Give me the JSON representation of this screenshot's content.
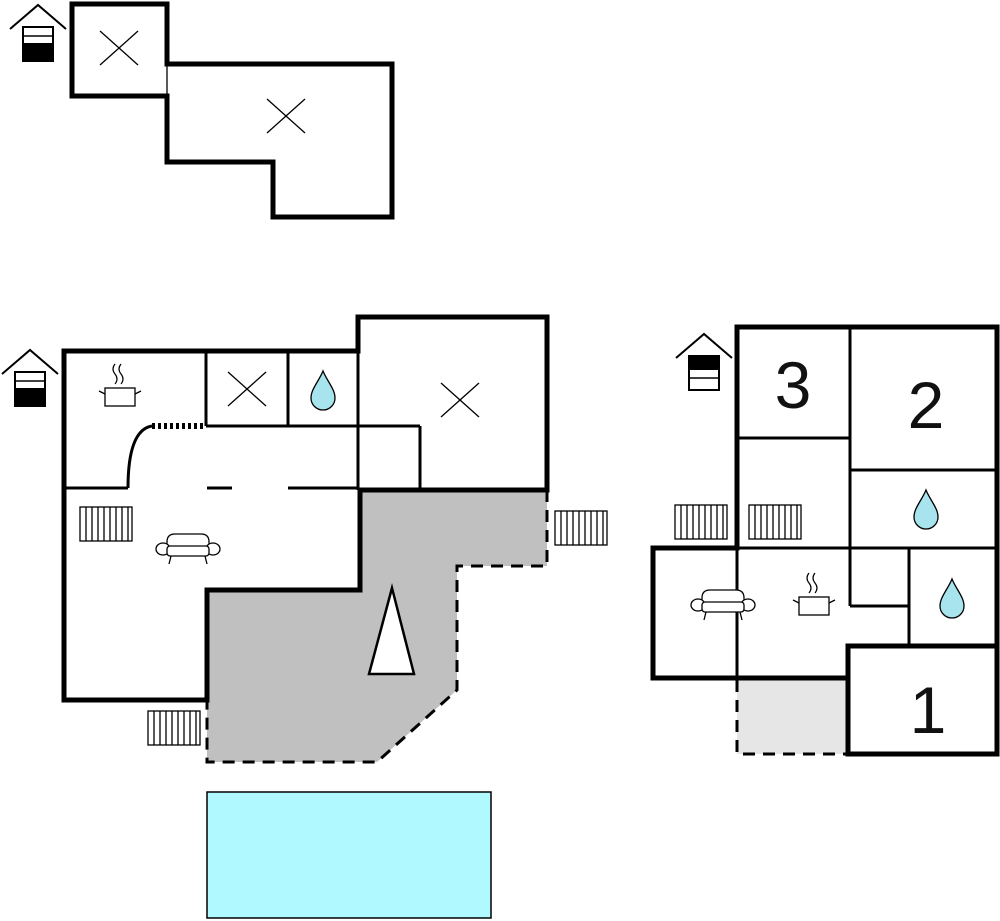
{
  "colors": {
    "wall": "#000000",
    "terrace": "#c0c0c0",
    "terrace_light": "#e6e6e6",
    "pool": "#b0faff",
    "water_drop": "#a8e4ee",
    "background": "#ffffff"
  },
  "floors": [
    {
      "name": "attic-floor",
      "icons": [
        "house-floor-icon",
        "stairs-cross-icon",
        "stairs-cross-icon"
      ]
    },
    {
      "name": "ground-floor",
      "icons": [
        "house-floor-icon",
        "kitchen-pot-icon",
        "stairs-cross-icon",
        "water-drop-icon",
        "stairs-cross-icon",
        "sofa-icon",
        "radiator-icon",
        "radiator-icon",
        "radiator-icon",
        "north-arrow-icon",
        "pool"
      ]
    },
    {
      "name": "upper-floor",
      "icons": [
        "house-floor-icon",
        "radiator-icon",
        "radiator-icon",
        "water-drop-icon",
        "water-drop-icon",
        "sofa-icon",
        "kitchen-pot-icon"
      ]
    }
  ],
  "rooms": {
    "room_3": "3",
    "room_2": "2",
    "room_1": "1"
  }
}
